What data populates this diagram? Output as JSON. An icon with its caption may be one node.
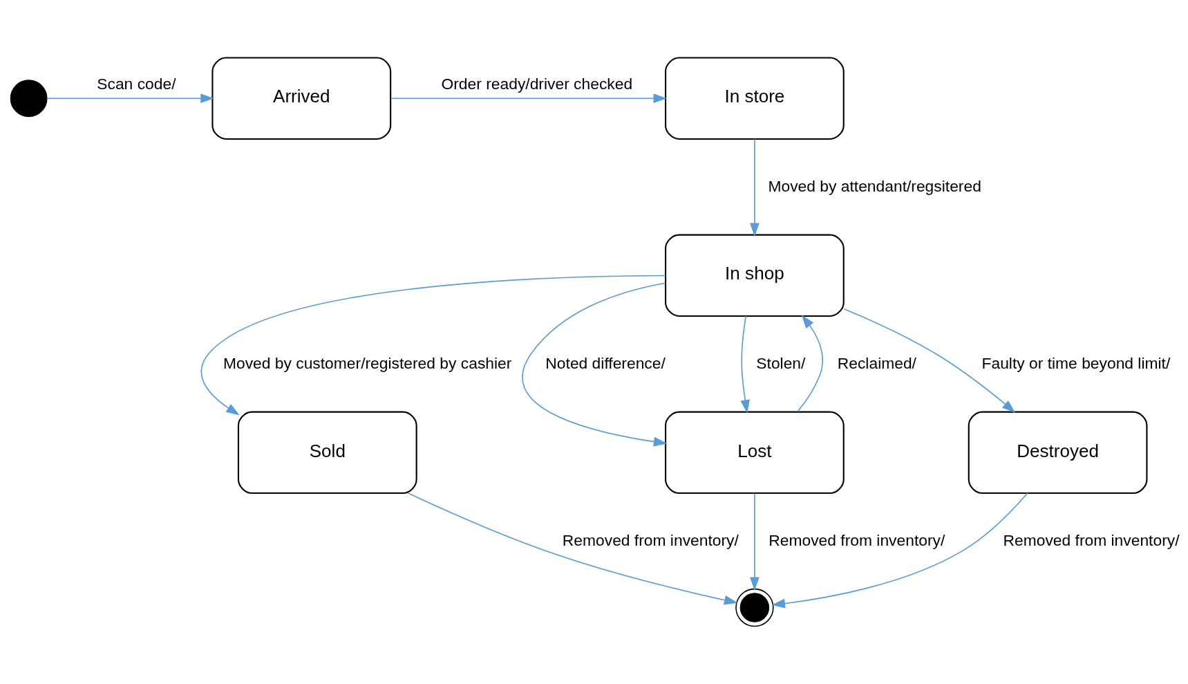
{
  "diagram": {
    "nodes": [
      {
        "text": [],
        "shape": "circle"
      },
      {
        "text": [
          "Arrived"
        ]
      },
      {
        "text": [
          "In store"
        ]
      },
      {
        "text": [
          "In shop"
        ]
      },
      {
        "text": [
          "Sold"
        ]
      },
      {
        "text": [
          "Lost"
        ]
      },
      {
        "text": [
          "Destroyed"
        ]
      },
      {
        "text": [],
        "shape": "circle"
      }
    ],
    "edges": [
      {
        "from": 0,
        "to": 1,
        "arrow": "to",
        "label": "Scan code/"
      },
      {
        "from": 1,
        "to": 2,
        "arrow": "to",
        "label": "Order ready/driver checked"
      },
      {
        "from": 2,
        "to": 3,
        "arrow": "to",
        "label": "Moved by attendant/regsitered"
      },
      {
        "from": 3,
        "to": 4,
        "arrow": "to",
        "label": "Moved by customer/registered by cashier"
      },
      {
        "from": 3,
        "to": 5,
        "arrow": "to",
        "label": "Noted difference/"
      },
      {
        "from": 3,
        "to": 5,
        "arrow": "to",
        "label": "Stolen/"
      },
      {
        "from": 5,
        "to": 3,
        "arrow": "to",
        "label": "Reclaimed/"
      },
      {
        "from": 3,
        "to": 6,
        "arrow": "to",
        "label": "Faulty or time beyond limit/"
      },
      {
        "from": 4,
        "to": 7,
        "arrow": "to",
        "label": "Removed from inventory/"
      },
      {
        "from": 5,
        "to": 7,
        "arrow": "to",
        "label": "Removed from inventory/"
      },
      {
        "from": 6,
        "to": 7,
        "arrow": "to",
        "label": "Removed from inventory/"
      }
    ]
  }
}
